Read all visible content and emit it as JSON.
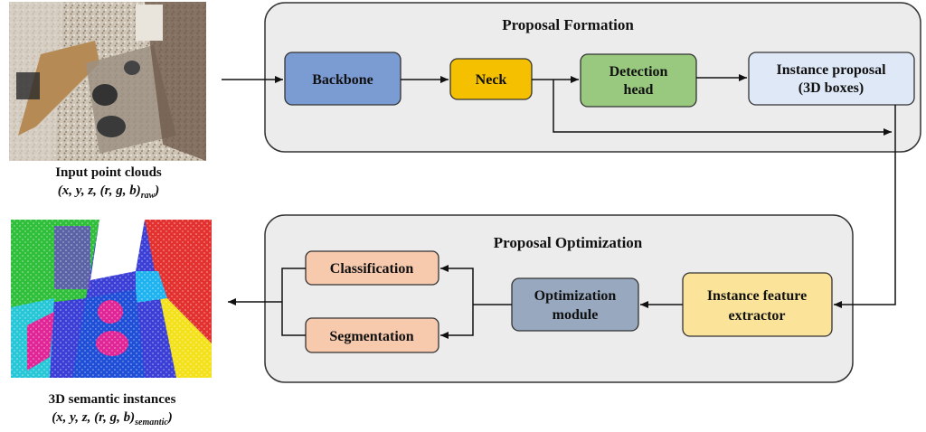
{
  "top_group": {
    "title": "Proposal Formation"
  },
  "bottom_group": {
    "title": "Proposal Optimization"
  },
  "nodes": {
    "backbone": {
      "label": "Backbone",
      "fill": "#7b9bd3"
    },
    "neck": {
      "label": "Neck",
      "fill": "#f5c000"
    },
    "detection_head": {
      "line1": "Detection",
      "line2": "head",
      "fill": "#98c97e"
    },
    "instance_proposal": {
      "line1": "Instance proposal",
      "line2": "(3D boxes)",
      "fill": "#dfe8f7"
    },
    "instance_feature_extractor": {
      "line1": "Instance feature",
      "line2": "extractor",
      "fill": "#fbe49a"
    },
    "optimization_module": {
      "line1": "Optimization",
      "line2": "module",
      "fill": "#97a8bf"
    },
    "classification": {
      "label": "Classification",
      "fill": "#f7c9ad"
    },
    "segmentation": {
      "label": "Segmentation",
      "fill": "#f7c9ad"
    }
  },
  "input_caption": {
    "title": "Input point clouds",
    "formula": "(x, y, z, (r, g, b)",
    "subscript": "raw",
    "close": ")"
  },
  "output_caption": {
    "title": "3D semantic instances",
    "formula": "(x, y, z, (r, g, b)",
    "subscript": "semantic",
    "close": ")"
  },
  "colors": {
    "group_bg": "#ececec",
    "group_border": "#333333",
    "arrow": "#111111"
  }
}
